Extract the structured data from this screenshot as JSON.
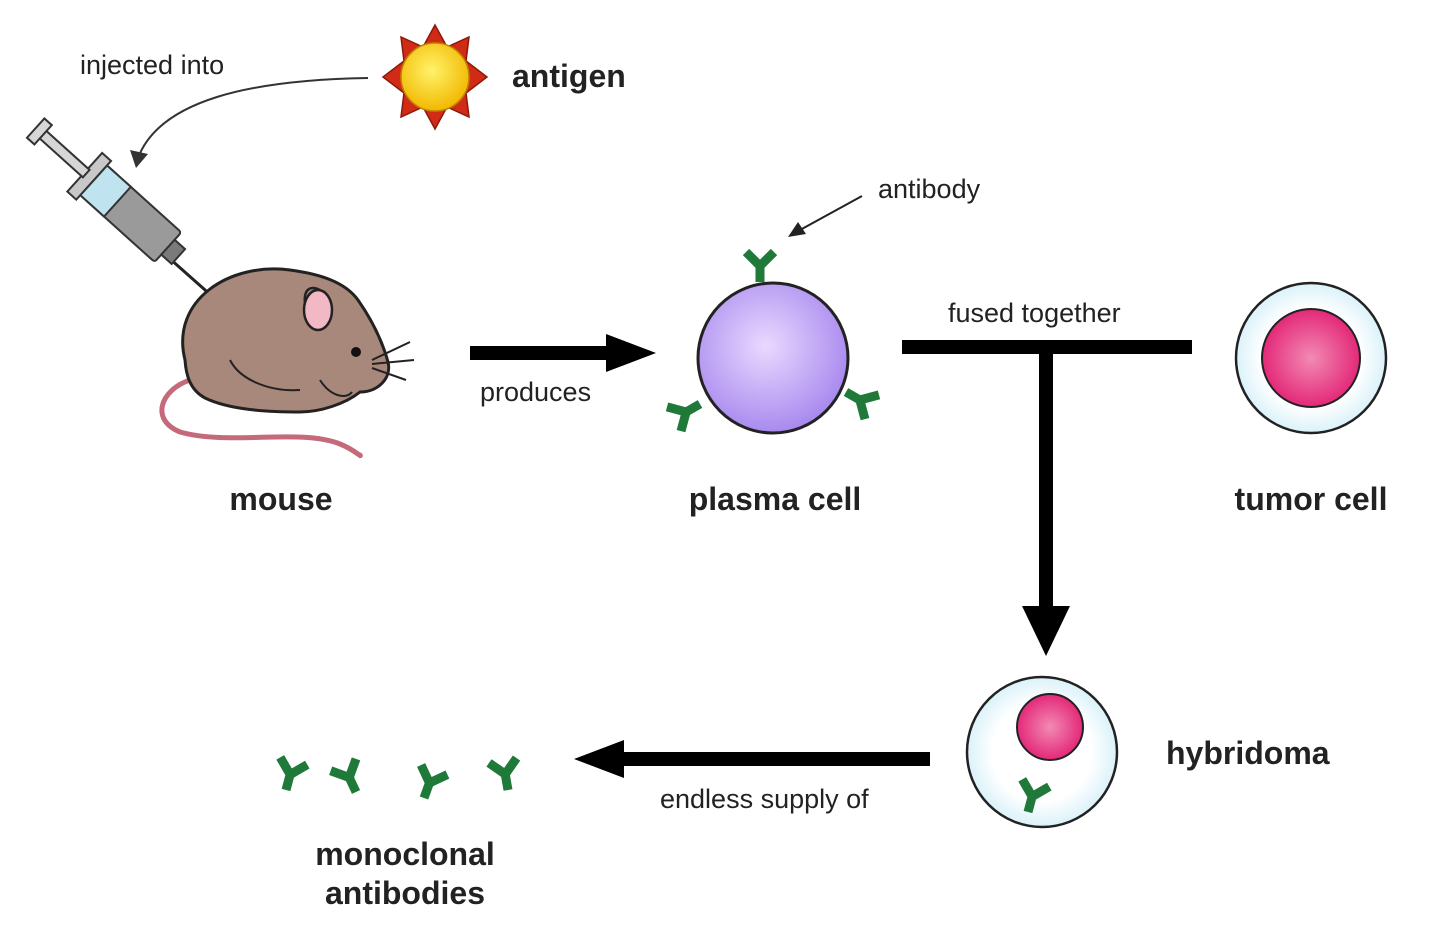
{
  "labels": {
    "injected_into": "injected into",
    "antigen": "antigen",
    "antibody": "antibody",
    "produces": "produces",
    "fused_together": "fused together",
    "mouse": "mouse",
    "plasma_cell": "plasma cell",
    "tumor_cell": "tumor cell",
    "hybridoma": "hybridoma",
    "endless_supply_of": "endless supply of",
    "monoclonal_line1": "monoclonal",
    "monoclonal_line2": "antibodies"
  },
  "icons": [
    "syringe-icon",
    "sun-antigen-icon",
    "mouse-icon",
    "antibody-icon"
  ],
  "colors": {
    "antibody_green": "#1f7a3a",
    "plasma_cell_purple": "#a98cf0",
    "tumor_nucleus_pink": "#e8287a",
    "cell_membrane_blue": "#d9f3fb",
    "antigen_yellow": "#f7c600",
    "antigen_red": "#cc2a1a",
    "mouse_brown": "#a88472",
    "arrow_black": "#000000"
  }
}
